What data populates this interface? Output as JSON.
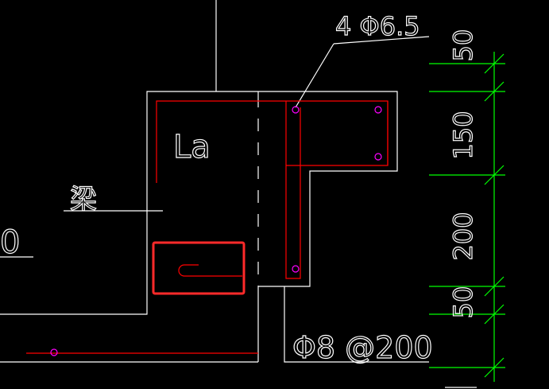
{
  "labels": {
    "rebar_top": "4 Φ6.5",
    "la": "La",
    "beam": "梁",
    "left_fragment": "0",
    "stirrup": "Φ8 @200"
  },
  "dimensions": [
    "50",
    "150",
    "200",
    "50"
  ],
  "colors": {
    "background": "#000000",
    "outline": "#ffffff",
    "rebar": "#ff0000",
    "dots": "#ff00ff",
    "dimension": "#00ff00",
    "highlight": "#ff2a2a"
  }
}
